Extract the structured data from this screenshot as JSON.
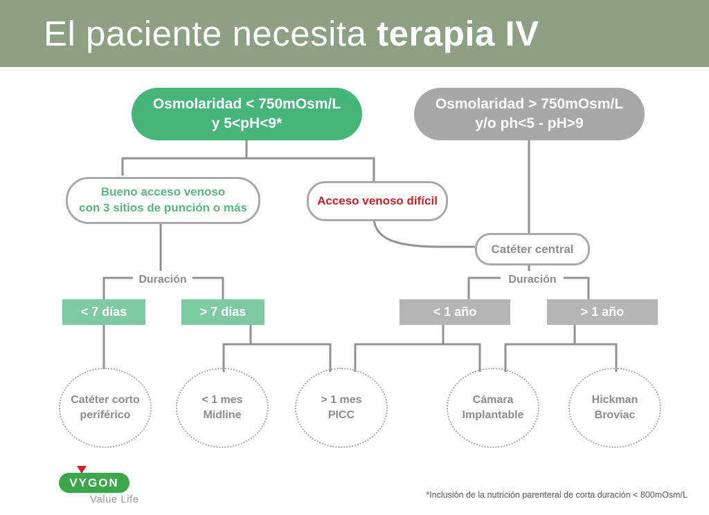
{
  "banner": {
    "title_regular": "El paciente necesita ",
    "title_bold": "terapia IV"
  },
  "nodes": {
    "osmolarity_low": {
      "line1": "Osmolaridad < 750mOsm/L",
      "line2": "y 5<pH<9*"
    },
    "osmolarity_high": {
      "line1": "Osmolaridad > 750mOsm/L",
      "line2": "y/o ph<5 - pH>9"
    },
    "good_access": {
      "line1": "Bueno acceso venoso",
      "line2": "con 3 sitios de punción o más"
    },
    "difficult_access": {
      "label": "Acceso venoso difícil"
    },
    "central_catheter": {
      "label": "Catéter central"
    },
    "duration_left": {
      "label": "Duración"
    },
    "duration_right": {
      "label": "Duración"
    },
    "lt_7_days": {
      "label": "< 7 días"
    },
    "gt_7_days": {
      "label": "> 7 días"
    },
    "lt_1_year": {
      "label": "< 1 año"
    },
    "gt_1_year": {
      "label": "> 1 año"
    },
    "short_peripheral_catheter": {
      "line1": "Catéter corto",
      "line2": "periférico"
    },
    "midline": {
      "line1": "< 1 mes",
      "line2": "Midline"
    },
    "picc": {
      "line1": "> 1 mes",
      "line2": "PICC"
    },
    "implantable_port": {
      "line1": "Cámara",
      "line2": "Implantable"
    },
    "hickman_broviac": {
      "line1": "Hickman",
      "line2": "Broviac"
    }
  },
  "logo": {
    "brand": "VYGON",
    "tagline": "Value Life"
  },
  "footnote": "*Inclusión de la nutrición parenteral de corta duración < 800mOsm/L",
  "colors": {
    "banner_green": "#8DA084",
    "node_green": "#45B579",
    "node_green_light": "#7ECBA2",
    "node_gray": "#A7A7A7",
    "node_gray_light": "#B5B5B5",
    "outline_gray": "#A9A9A9",
    "line_gray": "#919191",
    "text_green": "#5CB57D",
    "text_red": "#CB2026",
    "text_gray": "#8C8C8C",
    "logo_green": "#3EA64A",
    "logo_triangle_red": "#D42027",
    "footnote_gray": "#58595B"
  }
}
